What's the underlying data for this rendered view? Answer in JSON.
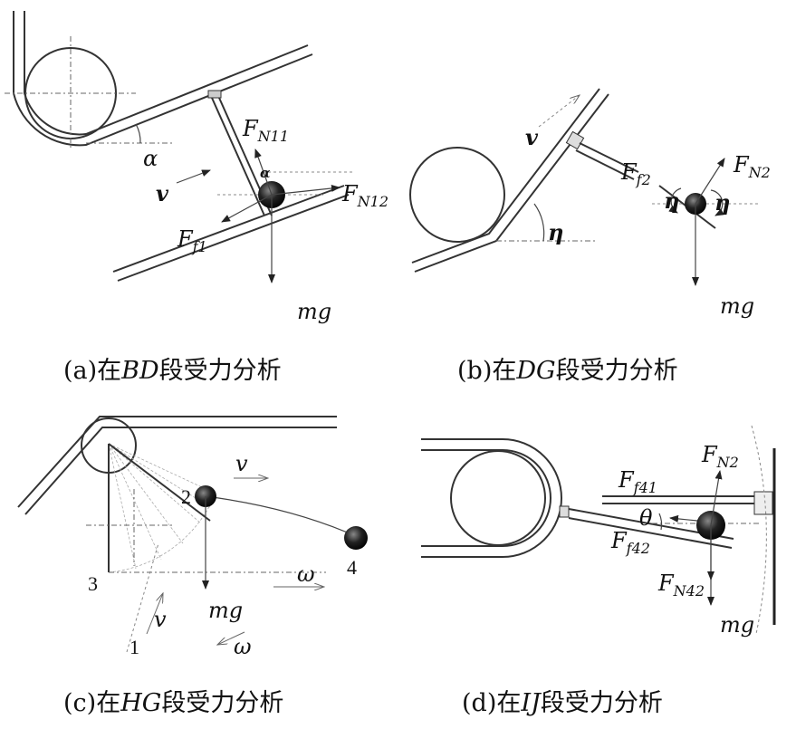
{
  "panels": {
    "a": {
      "caption_prefix": "(a)在",
      "caption_segment": "BD",
      "caption_suffix": "段受力分析",
      "alpha": "α",
      "alpha2": "α",
      "velocity": "v",
      "fn11": {
        "main": "F",
        "sub": "N11"
      },
      "fn12": {
        "main": "F",
        "sub": "N12"
      },
      "ff1": {
        "main": "F",
        "sub": "f1"
      },
      "mg": "mg"
    },
    "b": {
      "caption_prefix": "(b)在",
      "caption_segment": "DG",
      "caption_suffix": "段受力分析",
      "velocity": "v",
      "eta": "η",
      "eta2": "η",
      "eta3": "η",
      "ff2": {
        "main": "F",
        "sub": "f2"
      },
      "fn2": {
        "main": "F",
        "sub": "N2"
      },
      "mg": "mg"
    },
    "c": {
      "caption_prefix": "(c)在",
      "caption_segment": "HG",
      "caption_suffix": "段受力分析",
      "v_top": "v",
      "v_bottom": "v",
      "omega_right": "ω",
      "omega_bottom": "ω",
      "mg": "mg",
      "positions": [
        "1",
        "2",
        "3",
        "4"
      ]
    },
    "d": {
      "caption_prefix": "(d)在",
      "caption_segment": "IJ",
      "caption_suffix": "段受力分析",
      "theta": "θ",
      "ff41": {
        "main": "F",
        "sub": "f41"
      },
      "ff42": {
        "main": "F",
        "sub": "f42"
      },
      "fn2": {
        "main": "F",
        "sub": "N2"
      },
      "fn42": {
        "main": "F",
        "sub": "N42"
      },
      "mg": "mg"
    }
  }
}
